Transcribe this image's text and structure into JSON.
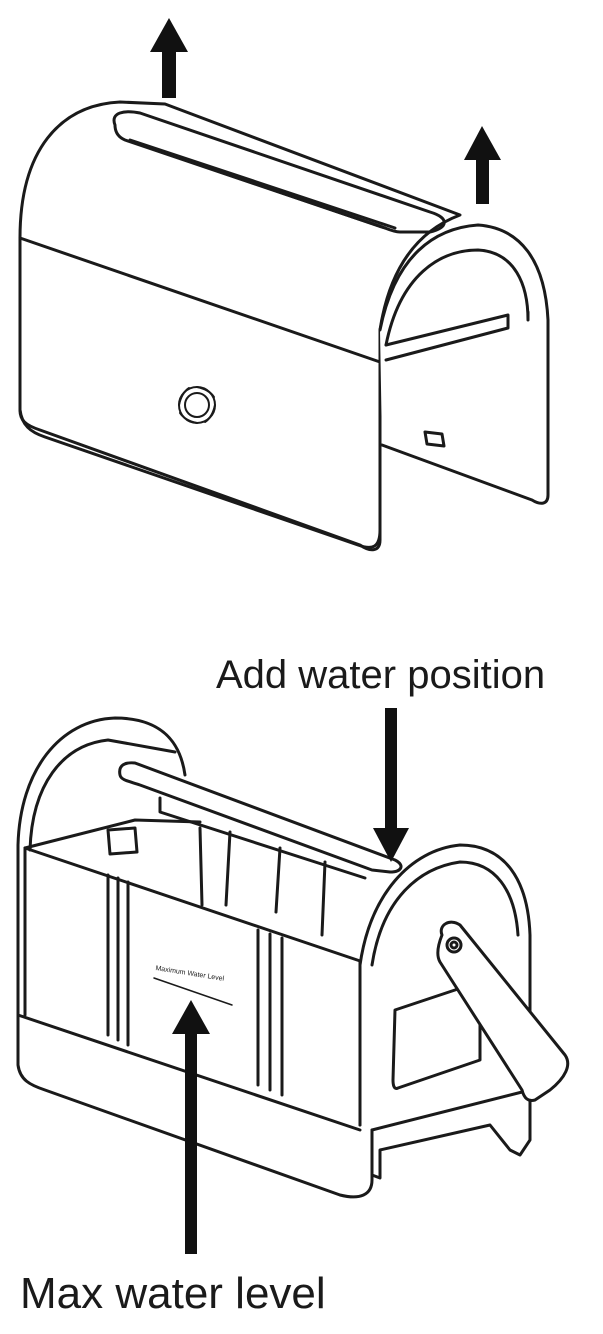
{
  "labels": {
    "add_water": "Add water position",
    "max_level": "Max water level",
    "printed_level": "Maximum Water Level"
  },
  "colors": {
    "stroke": "#1a1a1a",
    "fill": "#ffffff",
    "arrow": "#111111"
  },
  "icons": {
    "top_arrows": "arrow-up-icon",
    "pointer_arrows": "arrow-down-icon",
    "badge": "flower-logo-icon"
  }
}
